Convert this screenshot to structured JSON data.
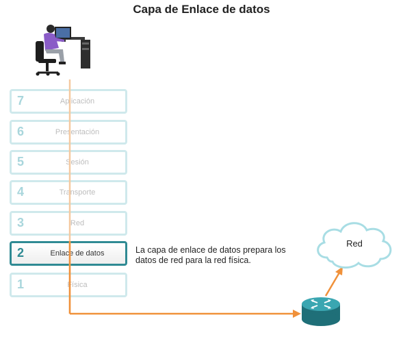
{
  "title": "Capa de Enlace de datos",
  "layers": [
    {
      "number": "7",
      "name": "Aplicación"
    },
    {
      "number": "6",
      "name": "Presentación"
    },
    {
      "number": "5",
      "name": "Sesión"
    },
    {
      "number": "4",
      "name": "Transporte"
    },
    {
      "number": "3",
      "name": "Red"
    },
    {
      "number": "2",
      "name": "Enlace de datos",
      "active": true
    },
    {
      "number": "1",
      "name": "Física"
    }
  ],
  "description": "La capa de enlace de datos prepara los datos de red para la red física.",
  "network_label": "Red",
  "icons": {
    "computer": "person-at-computer-icon",
    "router": "router-icon",
    "network": "cloud-icon"
  },
  "colors": {
    "active_border": "#2f8a93",
    "inactive_border": "#cfe9ec",
    "flow_arrow": "#f0913a",
    "router": "#2a8a96"
  }
}
